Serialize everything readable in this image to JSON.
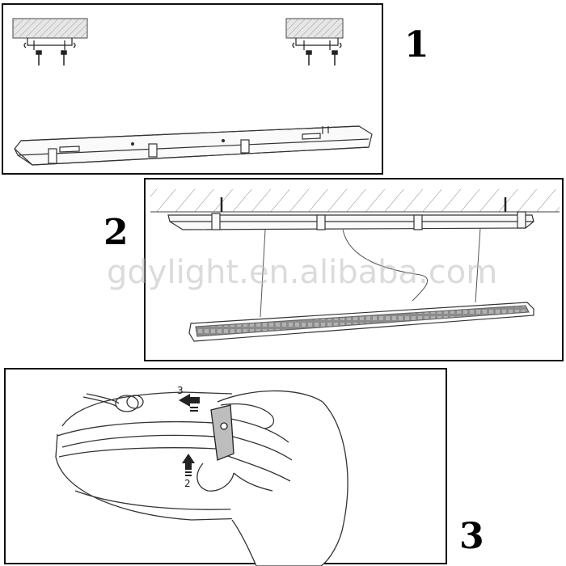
{
  "steps": {
    "one": "1",
    "two": "2",
    "three": "3"
  },
  "watermark": "gdylight.en.alibaba.com",
  "clip_labels": {
    "arrow_up": "2",
    "arrow_side": "3"
  },
  "colors": {
    "line": "#222222",
    "hatch": "#999999",
    "ceiling_fill": "#e6e6e6",
    "watermark": "#bebebe"
  },
  "icons": [
    "screw-icon",
    "bracket-icon",
    "arrow-up-icon",
    "arrow-left-icon"
  ]
}
